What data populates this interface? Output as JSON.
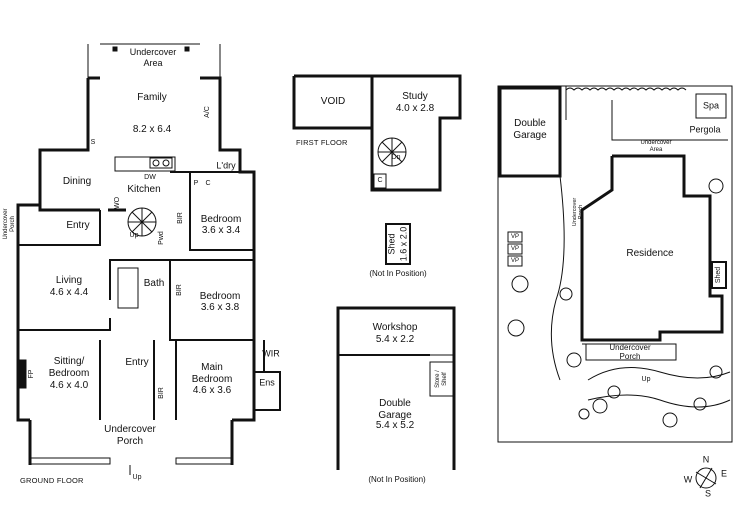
{
  "rooms": {
    "undercover_area": "Undercover\nArea",
    "family": "Family",
    "family_dim": "8.2 x 6.4",
    "ac": "A/C",
    "s": "S",
    "dining": "Dining",
    "kitchen": "Kitchen",
    "dw": "DW",
    "ldry": "L'dry",
    "p": "P",
    "c": "C",
    "wo": "WO",
    "bir": "BIR",
    "up": "Up",
    "pwd": "Pwd",
    "entry": "Entry",
    "undercover_porch_side": "Undercover\nPorch",
    "bedroom": "Bedroom",
    "bedroom1_dim": "3.6 x 3.4",
    "living": "Living",
    "living_dim": "4.6 x 4.4",
    "bath": "Bath",
    "bedroom2_dim": "3.6 x 3.8",
    "sitting": "Sitting/\nBedroom",
    "sitting_dim": "4.6 x 4.0",
    "fp": "FP",
    "main_bedroom": "Main\nBedroom",
    "main_bedroom_dim": "4.6 x 3.6",
    "wir": "WIR",
    "ens": "Ens",
    "undercover_porch": "Undercover\nPorch",
    "ground_floor": "GROUND FLOOR",
    "void": "VOID",
    "study": "Study",
    "study_dim": "4.0 x 2.8",
    "dn": "Dn",
    "first_floor": "FIRST FLOOR",
    "shed": "Shed",
    "shed_dim": "1.6 x 2.0",
    "not_in_position": "(Not In Position)",
    "workshop": "Workshop",
    "workshop_dim": "5.4 x 2.2",
    "store_shelf": "Store /\nShelf",
    "double_garage": "Double\nGarage",
    "double_garage_dim": "5.4 x 5.2",
    "site_double_garage": "Double\nGarage",
    "spa": "Spa",
    "pergola": "Pergola",
    "site_undercover_area": "Undercover\nArea",
    "residence": "Residence",
    "vp": "VP",
    "site_shed": "Shed",
    "site_undercover_porch": "Undercover\nPorch",
    "site_porch_side": "Undercover\nPorch"
  },
  "compass": {
    "n": "N",
    "e": "E",
    "s": "S",
    "w": "W"
  }
}
